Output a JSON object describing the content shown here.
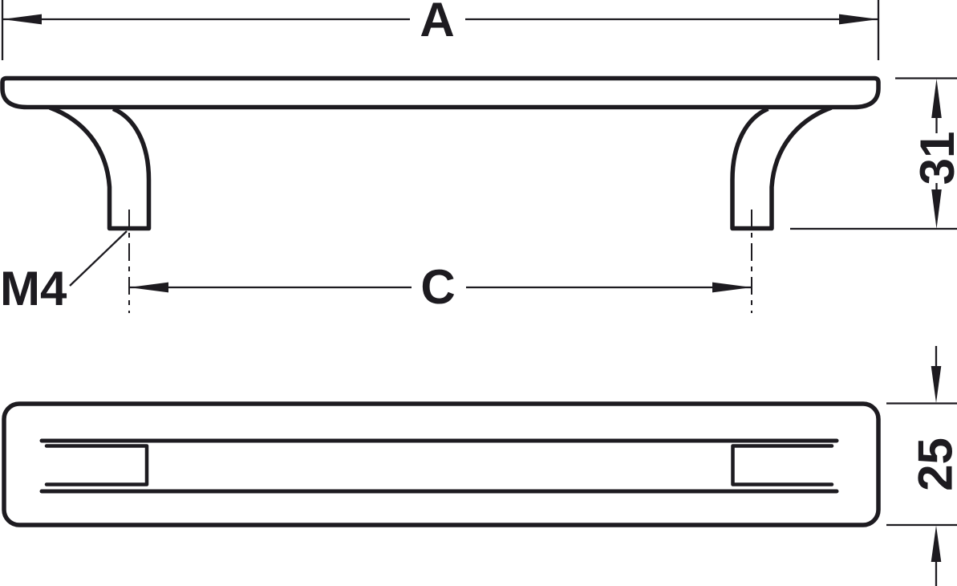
{
  "drawing": {
    "title": "cabinet-handle-technical-drawing",
    "labels": {
      "length_overall": "A",
      "hole_spacing": "C",
      "thread": "M4",
      "height": "31",
      "depth": "25"
    },
    "colors": {
      "line": "#1d1b20",
      "background": "#ffffff"
    }
  }
}
